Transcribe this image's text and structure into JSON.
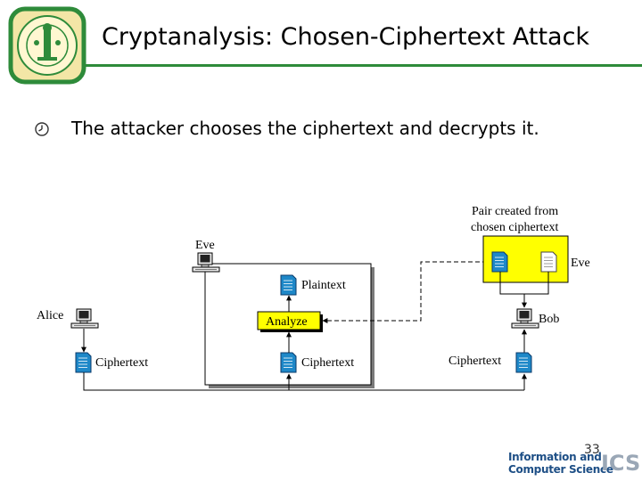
{
  "slide": {
    "title": "Cryptanalysis: Chosen-Ciphertext Attack",
    "bullet": "The attacker chooses the ciphertext and decrypts it.",
    "page_number": "33"
  },
  "diagram": {
    "labels": {
      "eve_top": "Eve",
      "alice": "Alice",
      "plaintext": "Plaintext",
      "analyze": "Analyze",
      "ciphertext_alice": "Ciphertext",
      "ciphertext_center": "Ciphertext",
      "ciphertext_bob": "Ciphertext",
      "pair_line1": "Pair created from",
      "pair_line2": "chosen ciphertext",
      "eve_right": "Eve",
      "bob": "Bob"
    }
  },
  "footer": {
    "line1": "Information and",
    "line2": "Computer Science",
    "mark": "ICS"
  },
  "colors": {
    "accent_green": "#2e8b3a",
    "highlight_yellow": "#ffff00",
    "document_blue": "#1e88c8",
    "footer_blue": "#1e4f86"
  },
  "icons": [
    "university-seal-icon",
    "clock-bullet-icon",
    "computer-icon",
    "document-icon"
  ]
}
